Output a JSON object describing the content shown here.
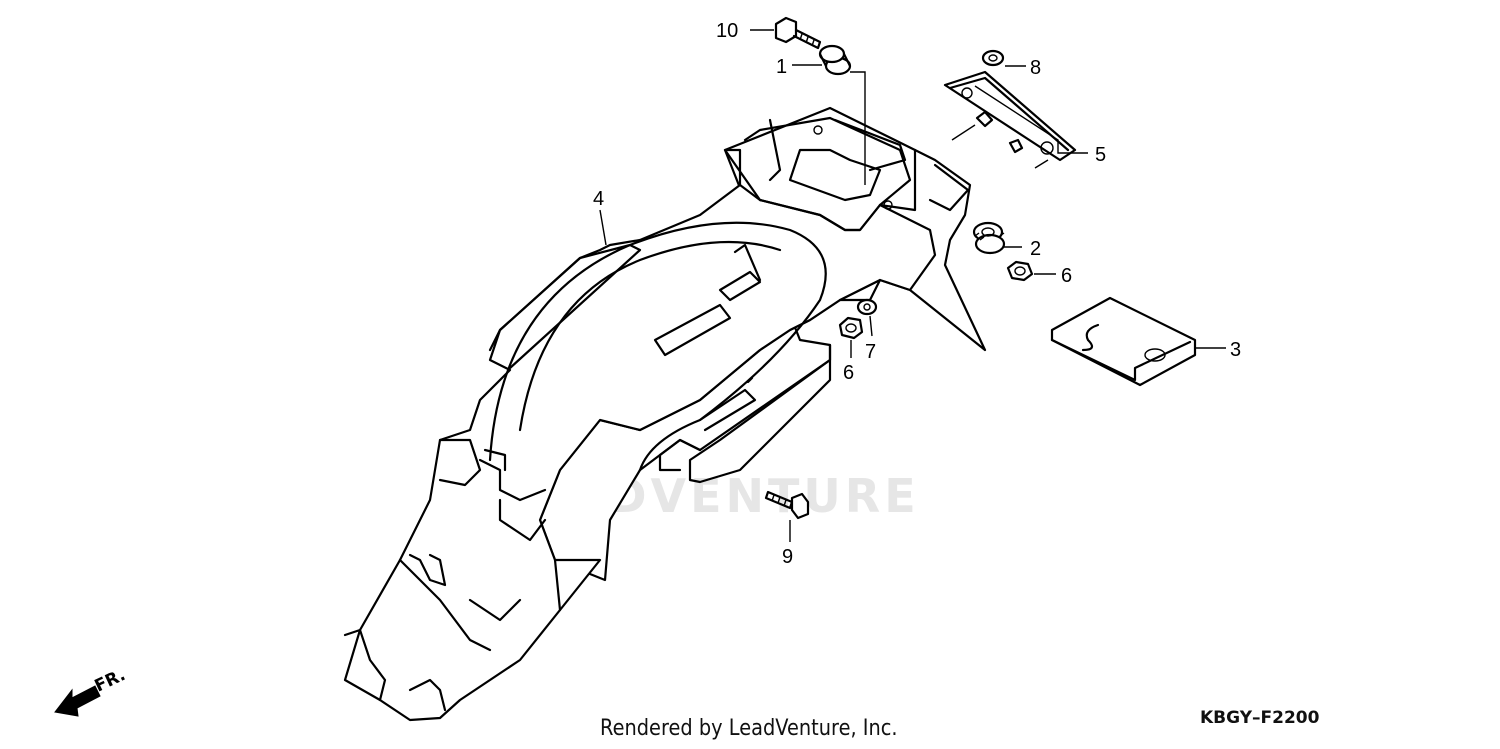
{
  "callouts": [
    {
      "id": "c1",
      "label": "1"
    },
    {
      "id": "c2",
      "label": "2"
    },
    {
      "id": "c3",
      "label": "3"
    },
    {
      "id": "c4",
      "label": "4"
    },
    {
      "id": "c5",
      "label": "5"
    },
    {
      "id": "c6a",
      "label": "6"
    },
    {
      "id": "c6b",
      "label": "6"
    },
    {
      "id": "c7",
      "label": "7"
    },
    {
      "id": "c8",
      "label": "8"
    },
    {
      "id": "c9",
      "label": "9"
    },
    {
      "id": "c10",
      "label": "10"
    }
  ],
  "direction_label": "FR.",
  "watermark": "LEADVENTURE",
  "footer": {
    "rendered_by": "Rendered by LeadVenture, Inc.",
    "diagram_code": "KBGY–F2200"
  }
}
